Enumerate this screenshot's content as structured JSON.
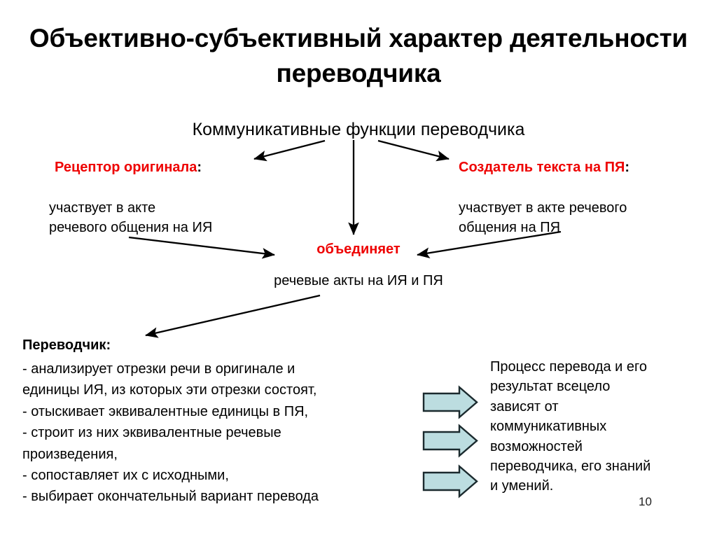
{
  "slide": {
    "title": "Объективно-субъективный характер деятельности переводчика",
    "subtitle": "Коммуникативные функции переводчика",
    "page_number": "10",
    "colors": {
      "accent_red": "#ee0000",
      "text_black": "#000000",
      "arrow_fill": "#bcdde0",
      "arrow_stroke": "#1b2a2e",
      "background": "#ffffff"
    }
  },
  "branches": {
    "left": {
      "heading": "Рецептор оригинала",
      "heading_colon": ":",
      "body": "участвует в акте\nречевого общения на ИЯ"
    },
    "right": {
      "heading": "Создатель текста на ПЯ",
      "heading_colon": ":",
      "body": "участвует в акте речевого\nобщения на ПЯ"
    }
  },
  "center": {
    "verb": "объединяет",
    "object": "речевые акты на ИЯ и ПЯ"
  },
  "translator": {
    "heading": "Переводчик",
    "heading_colon": ":",
    "items": [
      "- анализирует отрезки речи в оригинале и\nединицы ИЯ, из которых эти отрезки состоят,",
      "- отыскивает эквивалентные единицы в ПЯ,",
      "- строит из них эквивалентные речевые\nпроизведения,",
      "- сопоставляет их с исходными,",
      "- выбирает окончательный вариант перевода"
    ]
  },
  "conclusion": {
    "text": "Процесс перевода и его\nрезультат всецело\nзависят от\nкоммуникативных\nвозможностей\nпереводчика, его знаний\nи умений."
  },
  "block_arrows": [
    {
      "name": "block-arrow-1"
    },
    {
      "name": "block-arrow-2"
    },
    {
      "name": "block-arrow-3"
    }
  ]
}
